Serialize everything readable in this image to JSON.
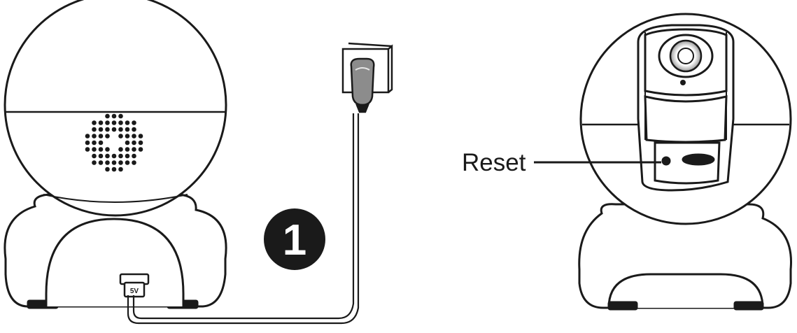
{
  "diagram": {
    "step_number": "1",
    "reset_label": "Reset",
    "power_port_label": "5V",
    "colors": {
      "stroke": "#1a1a1a",
      "fill": "#ffffff",
      "badge": "#1a1a1a",
      "badge_text": "#ffffff",
      "adapter_fill": "#8c8c8c",
      "cable": "#1a1a1a"
    }
  }
}
